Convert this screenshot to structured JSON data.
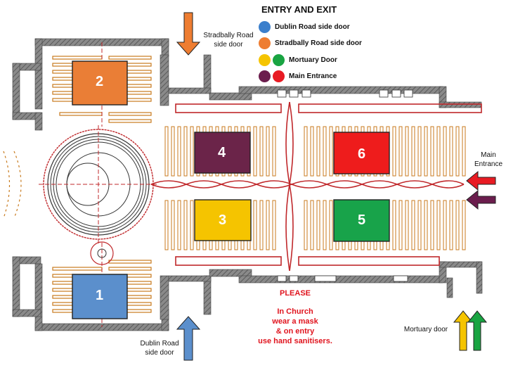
{
  "header": {
    "title": "ENTRY AND EXIT"
  },
  "legend": [
    {
      "label": "Dublin Road side door",
      "colors": [
        "#3b7fcc"
      ]
    },
    {
      "label": "Stradbally Road side door",
      "colors": [
        "#ee7d31"
      ]
    },
    {
      "label": "Mortuary Door",
      "colors": [
        "#f5c400",
        "#19a442"
      ]
    },
    {
      "label": "Main Entrance",
      "colors": [
        "#6b1d4d",
        "#e81b23"
      ]
    }
  ],
  "doors": {
    "stradbally": "Stradbally Road\nside door",
    "dublin": "Dublin Road\nside door",
    "main": "Main\nEntrance",
    "mortuary": "Mortuary door"
  },
  "zones": [
    {
      "number": "1",
      "color": "#5b8fcc"
    },
    {
      "number": "2",
      "color": "#ea7e36"
    },
    {
      "number": "3",
      "color": "#f5c400"
    },
    {
      "number": "4",
      "color": "#6b2449"
    },
    {
      "number": "5",
      "color": "#18a34a"
    },
    {
      "number": "6",
      "color": "#ee1c1c"
    }
  ],
  "notice": {
    "please": "PLEASE",
    "lines": [
      "In Church",
      "wear a mask",
      "& on entry",
      "use hand sanitisers."
    ]
  },
  "colors": {
    "wall": "#6e6e6e",
    "pew": "#c87a1d",
    "route": "#c0282b"
  }
}
